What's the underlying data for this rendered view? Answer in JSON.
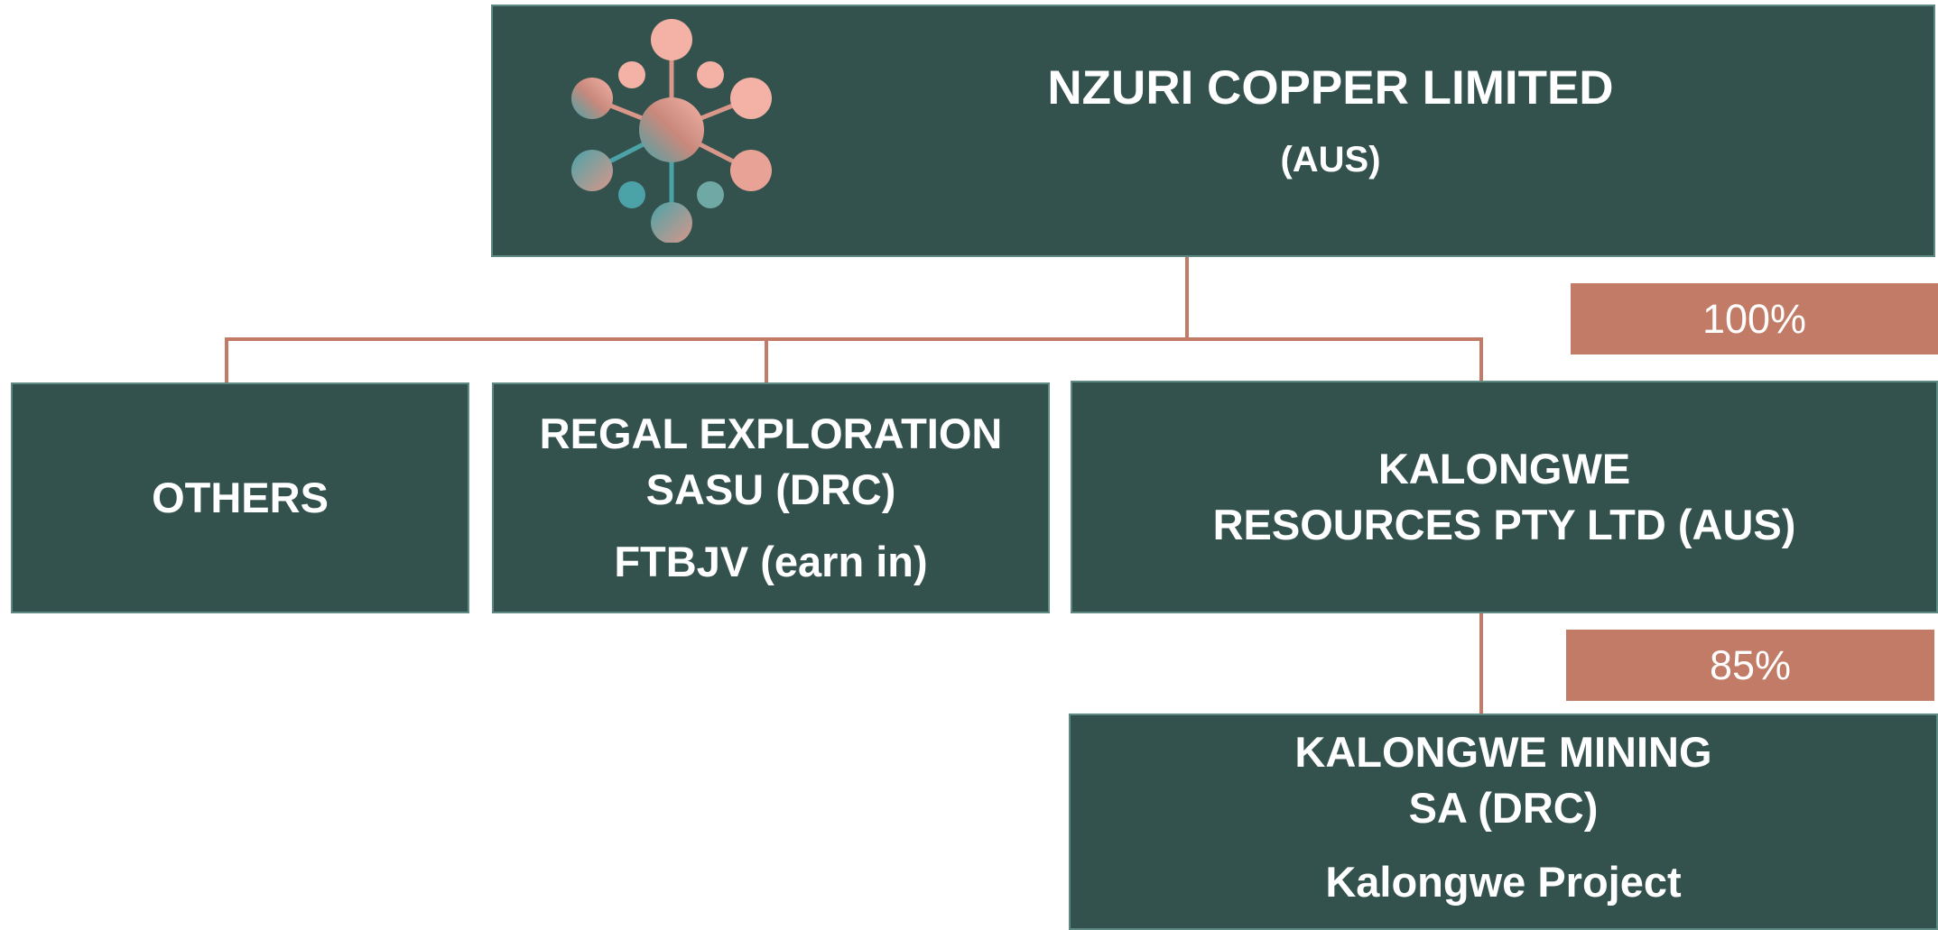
{
  "parent": {
    "name": "NZURI COPPER LIMITED",
    "country": "(AUS)"
  },
  "subsidiaries": [
    {
      "name": "OTHERS"
    },
    {
      "name_line1": "REGAL EXPLORATION",
      "name_line2": "SASU (DRC)",
      "note": "FTBJV (earn in)"
    },
    {
      "name_line1": "KALONGWE",
      "name_line2": "RESOURCES PTY LTD (AUS)"
    }
  ],
  "sub_subsidiary": {
    "name_line1": "KALONGWE MINING",
    "name_line2": "SA (DRC)",
    "note": "Kalongwe Project"
  },
  "ownership": [
    {
      "label": "100%",
      "value": 100
    },
    {
      "label": "85%",
      "value": 85
    }
  ],
  "colors": {
    "box_fill": "#33514d",
    "box_border": "#5f8a84",
    "connector": "#c17b67",
    "badge": "#c17b67",
    "logo_pink": "#f4b2a6",
    "logo_teal": "#4ba3a8"
  },
  "logo": {
    "icon": "molecule-network-icon"
  }
}
